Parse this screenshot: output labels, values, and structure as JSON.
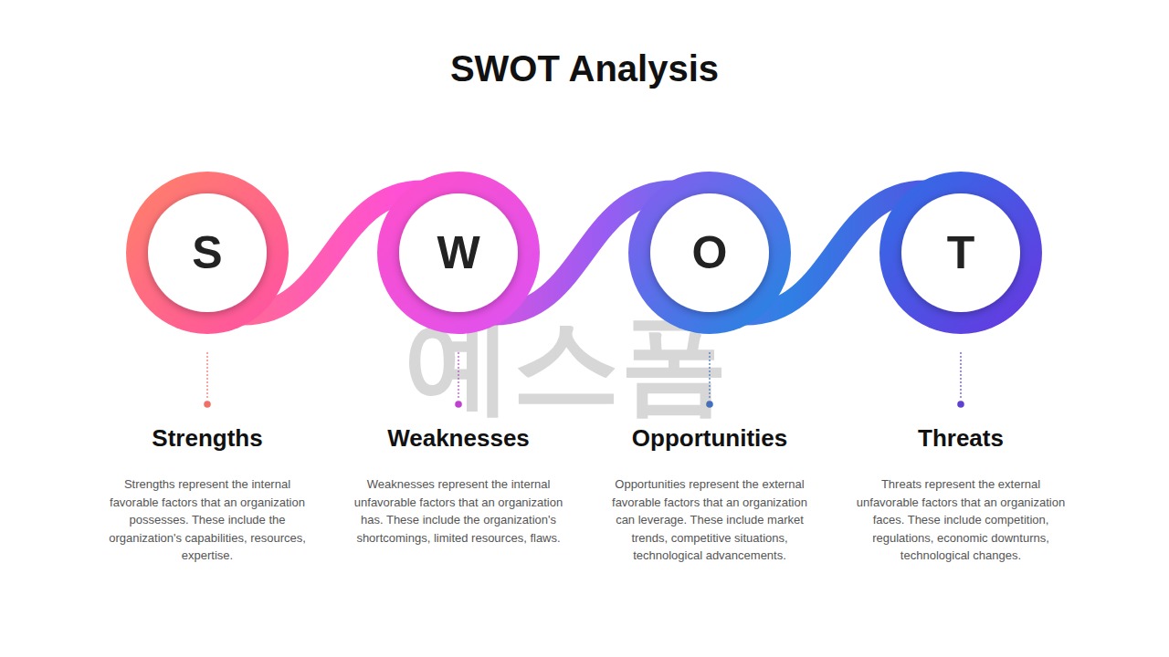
{
  "diagram": {
    "title": "SWOT Analysis",
    "nodes": [
      {
        "text": [
          "S"
        ]
      },
      {
        "text": [
          "W"
        ]
      },
      {
        "text": [
          "O"
        ]
      },
      {
        "text": [
          "T"
        ]
      }
    ],
    "edges": [
      {
        "from": 0,
        "to": 1,
        "arrow": "none"
      },
      {
        "from": 1,
        "to": 2,
        "arrow": "none"
      },
      {
        "from": 2,
        "to": 3,
        "arrow": "none"
      }
    ],
    "labels": [
      "Strengths",
      "Strengths represent the internal favorable factors that an organization possesses. These include the organization's capabilities, resources, expertise.",
      "Weaknesses",
      "Weaknesses represent the internal unfavorable factors that an organization has. These include the organization's shortcomings, limited resources, flaws.",
      "Opportunities",
      "Opportunities represent the external favorable factors that an organization can leverage. These include market trends, competitive situations, technological advancements.",
      "Threats",
      "Threats represent the external unfavorable factors that an organization faces. These include competition, regulations, economic downturns, technological changes.",
      "예스폼"
    ]
  }
}
